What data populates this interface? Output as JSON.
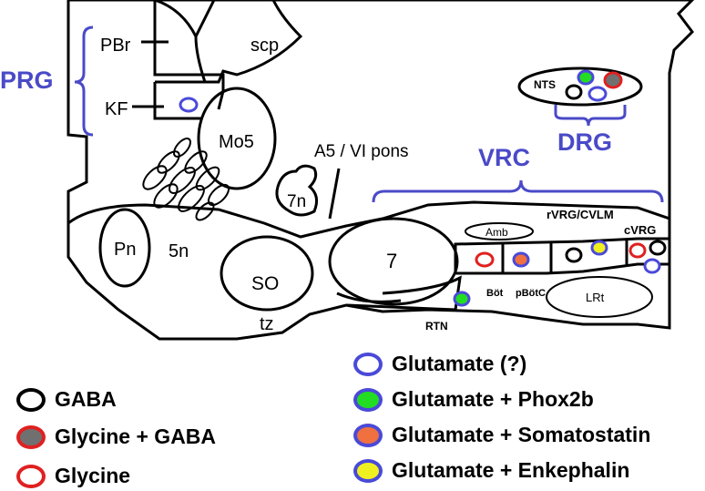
{
  "regions": {
    "PRG": "PRG",
    "PBr": "PBr",
    "scp": "scp",
    "KF": "KF",
    "Mo5": "Mo5",
    "A5_VIpons": "A5 / VI pons",
    "n7": "7n",
    "Pn": "Pn",
    "n5": "5n",
    "SO": "SO",
    "tz": "tz",
    "seven": "7",
    "VRC": "VRC",
    "NTS": "NTS",
    "DRG": "DRG",
    "Amb": "Amb",
    "rVRG_CVLM": "rVRG/CVLM",
    "cVRG": "cVRG",
    "Bot": "Böt",
    "pBotC": "pBötC",
    "LRt": "LRt",
    "RTN": "RTN"
  },
  "legend_left": [
    {
      "label": "GABA",
      "border": "#000000",
      "fill": "#ffffff"
    },
    {
      "label": "Glycine + GABA",
      "border": "#e02020",
      "fill": "#707070"
    },
    {
      "label": "Glycine",
      "border": "#e02020",
      "fill": "#ffffff"
    }
  ],
  "legend_right": [
    {
      "label": "Glutamate (?)",
      "border": "#4a4ad8",
      "fill": "#ffffff"
    },
    {
      "label": "Glutamate + Phox2b",
      "border": "#4a4ad8",
      "fill": "#22dd22"
    },
    {
      "label": "Glutamate + Somatostatin",
      "border": "#4a4ad8",
      "fill": "#f07040"
    },
    {
      "label": "Glutamate + Enkephalin",
      "border": "#4a4ad8",
      "fill": "#f0f020"
    }
  ],
  "colors": {
    "accent_blue": "#4a4ac8",
    "glycine_red": "#e02020",
    "phox2b_green": "#22dd22",
    "somatostatin_orange": "#f07040",
    "enkephalin_yellow": "#f0f020",
    "glyc_gaba_gray": "#707070"
  }
}
